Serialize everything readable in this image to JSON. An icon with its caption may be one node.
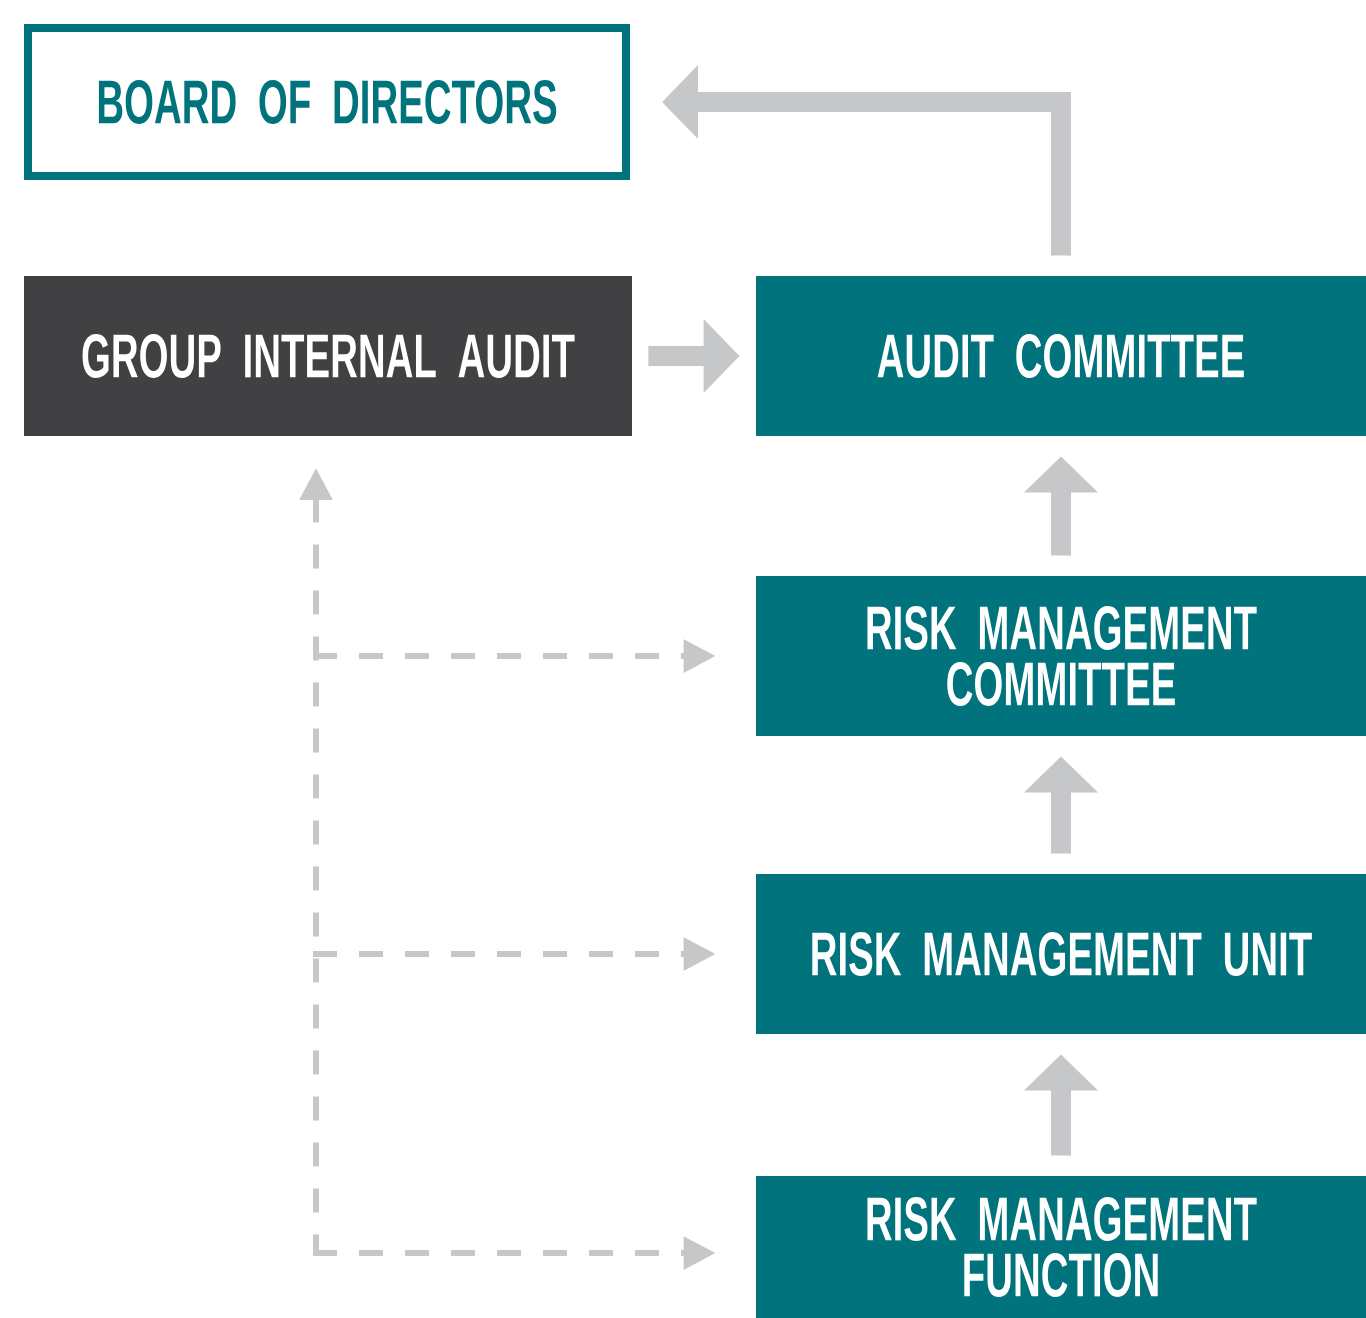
{
  "diagram": {
    "nodes": [
      {
        "text": [
          "BOARD OF DIRECTORS"
        ]
      },
      {
        "text": [
          "GROUP INTERNAL AUDIT"
        ]
      },
      {
        "text": [
          "AUDIT COMMITTEE"
        ]
      },
      {
        "text": [
          "RISK MANAGEMENT COMMITTEE"
        ]
      },
      {
        "text": [
          "RISK MANAGEMENT UNIT"
        ]
      },
      {
        "text": [
          "RISK MANAGEMENT FUNCTION"
        ]
      }
    ],
    "edges": [
      {
        "from": 1,
        "to": 2,
        "arrow": "to"
      },
      {
        "from": 2,
        "to": 0,
        "arrow": "to"
      },
      {
        "from": 3,
        "to": 2,
        "arrow": "to"
      },
      {
        "from": 4,
        "to": 3,
        "arrow": "to"
      },
      {
        "from": 5,
        "to": 4,
        "arrow": "to"
      },
      {
        "from": 1,
        "to": 3,
        "arrow": "both",
        "style": "dashed"
      },
      {
        "from": 1,
        "to": 4,
        "arrow": "both",
        "style": "dashed"
      },
      {
        "from": 1,
        "to": 5,
        "arrow": "both",
        "style": "dashed"
      }
    ]
  }
}
